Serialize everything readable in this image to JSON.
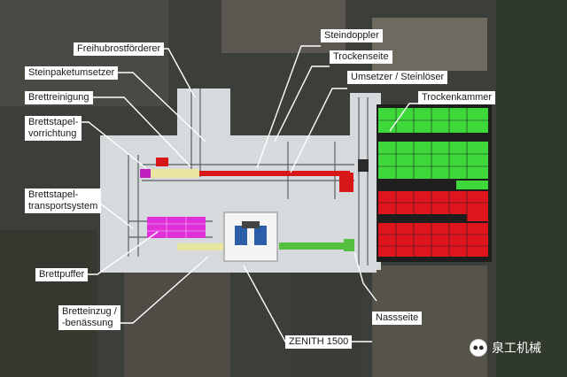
{
  "labels": {
    "freihub": "Freihubrostförderer",
    "steinpaket": "Steinpaketumsetzer",
    "brettreinigung": "Brettreinigung",
    "brettstapel_v": [
      "Brettstapel-",
      "vorrichtung"
    ],
    "brettstapel_t": [
      "Brettstapel-",
      "transportsystem"
    ],
    "brettpuffer": "Brettpuffer",
    "bretteinzug": [
      "Bretteinzug /",
      "-benässung"
    ],
    "zenith": "ZENITH 1500",
    "steindoppler": "Steindoppler",
    "trockenseite": "Trockenseite",
    "umsetzer": "Umsetzer / Steinlöser",
    "trockenkammer": "Trockenkammer",
    "nassseite": "Nassseite"
  },
  "brand": {
    "icon": "wechat-icon",
    "text": "泉工机械"
  },
  "colors": {
    "hall": "#d6dadd",
    "dry_chamber": "#3ed83a",
    "wet_chamber": "#e0141c",
    "buffer": "#e030d8",
    "conveyor_red": "#d81818",
    "conveyor_green": "#55c040",
    "callout_line": "#ffffff"
  }
}
